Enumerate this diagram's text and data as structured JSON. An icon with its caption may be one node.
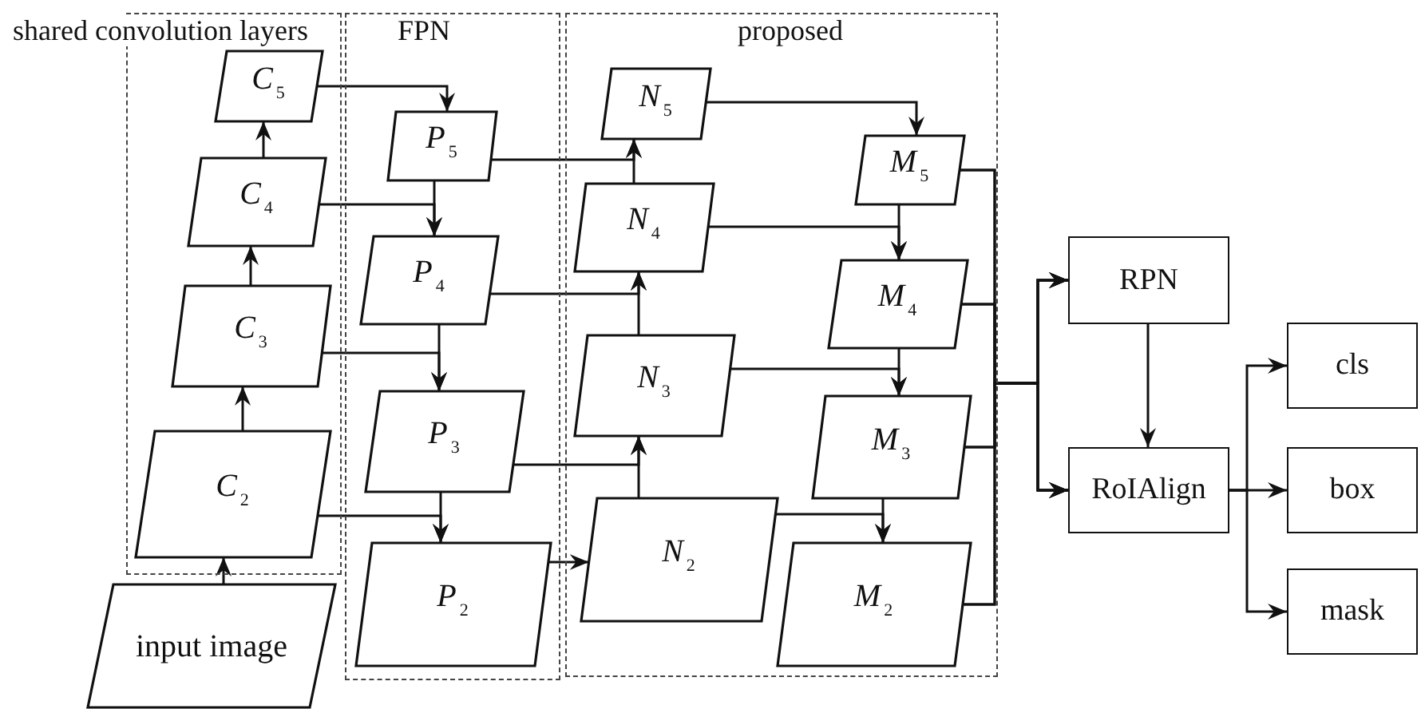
{
  "diagram": {
    "nodes": [
      {
        "text": [
          "shared convolution layers"
        ]
      },
      {
        "text": [
          "FPN"
        ]
      },
      {
        "text": [
          "proposed"
        ]
      },
      {
        "text": [
          "*C*$_{5}$"
        ],
        "in": 0
      },
      {
        "text": [
          "*C*$_{4}$"
        ],
        "in": 0
      },
      {
        "text": [
          "*C*$_{3}$"
        ],
        "in": 0
      },
      {
        "text": [
          "*C*$_{2}$"
        ],
        "in": 0
      },
      {
        "text": [
          "input image"
        ]
      },
      {
        "text": [
          "*P*$_{5}$"
        ],
        "in": 1
      },
      {
        "text": [
          "*P*$_{4}$"
        ],
        "in": 1
      },
      {
        "text": [
          "*P*$_{3}$"
        ],
        "in": 1
      },
      {
        "text": [
          "*P*$_{2}$"
        ],
        "in": 1
      },
      {
        "text": [
          "*N*$_{5}$"
        ],
        "in": 2
      },
      {
        "text": [
          "*N*$_{4}$"
        ],
        "in": 2
      },
      {
        "text": [
          "*N*$_{3}$"
        ],
        "in": 2
      },
      {
        "text": [
          "*N*$_{2}$"
        ],
        "in": 2
      },
      {
        "text": [
          "*M*$_{5}$"
        ],
        "in": 2
      },
      {
        "text": [
          "*M*$_{4}$"
        ],
        "in": 2
      },
      {
        "text": [
          "*M*$_{3}$"
        ],
        "in": 2
      },
      {
        "text": [
          "*M*$_{2}$"
        ],
        "in": 2
      },
      {
        "text": [
          "RPN"
        ]
      },
      {
        "text": [
          "RoIAlign"
        ]
      },
      {
        "text": [
          "cls"
        ]
      },
      {
        "text": [
          "box"
        ]
      },
      {
        "text": [
          "mask"
        ]
      }
    ],
    "edges": [
      {
        "from": 6,
        "to": 5,
        "arrow": "to"
      },
      {
        "from": 5,
        "to": 4,
        "arrow": "to"
      },
      {
        "from": 4,
        "to": 3,
        "arrow": "to"
      },
      {
        "from": 7,
        "to": 6,
        "arrow": "to"
      },
      {
        "from": 3,
        "to": 8,
        "arrow": "to"
      },
      {
        "from": 4,
        "to": 9,
        "arrow": "to"
      },
      {
        "from": 8,
        "to": 9,
        "arrow": "to"
      },
      {
        "from": 5,
        "to": 10,
        "arrow": "to"
      },
      {
        "from": 9,
        "to": 10,
        "arrow": "to"
      },
      {
        "from": 6,
        "to": 11,
        "arrow": "to"
      },
      {
        "from": 10,
        "to": 11,
        "arrow": "to"
      },
      {
        "from": 8,
        "to": 12,
        "arrow": "to"
      },
      {
        "from": 13,
        "to": 12,
        "arrow": "to"
      },
      {
        "from": 9,
        "to": 13,
        "arrow": "to"
      },
      {
        "from": 14,
        "to": 13,
        "arrow": "to"
      },
      {
        "from": 10,
        "to": 14,
        "arrow": "to"
      },
      {
        "from": 15,
        "to": 14,
        "arrow": "to"
      },
      {
        "from": 11,
        "to": 15,
        "arrow": "to"
      },
      {
        "from": 12,
        "to": 16,
        "arrow": "to"
      },
      {
        "from": 13,
        "to": 17,
        "arrow": "to"
      },
      {
        "from": 16,
        "to": 17,
        "arrow": "to"
      },
      {
        "from": 14,
        "to": 18,
        "arrow": "to"
      },
      {
        "from": 17,
        "to": 18,
        "arrow": "to"
      },
      {
        "from": 15,
        "to": 19,
        "arrow": "to"
      },
      {
        "from": 18,
        "to": 19,
        "arrow": "to"
      },
      {
        "from": 16,
        "to": 20,
        "arrow": "to"
      },
      {
        "from": 17,
        "to": 20,
        "arrow": "to"
      },
      {
        "from": 18,
        "to": 20,
        "arrow": "to"
      },
      {
        "from": 19,
        "to": 20,
        "arrow": "to"
      },
      {
        "from": 16,
        "to": 21,
        "arrow": "to"
      },
      {
        "from": 17,
        "to": 21,
        "arrow": "to"
      },
      {
        "from": 18,
        "to": 21,
        "arrow": "to"
      },
      {
        "from": 19,
        "to": 21,
        "arrow": "to"
      },
      {
        "from": 20,
        "to": 21,
        "arrow": "to"
      },
      {
        "from": 21,
        "to": 22,
        "arrow": "to"
      },
      {
        "from": 21,
        "to": 23,
        "arrow": "to"
      },
      {
        "from": 21,
        "to": 24,
        "arrow": "to"
      }
    ]
  }
}
